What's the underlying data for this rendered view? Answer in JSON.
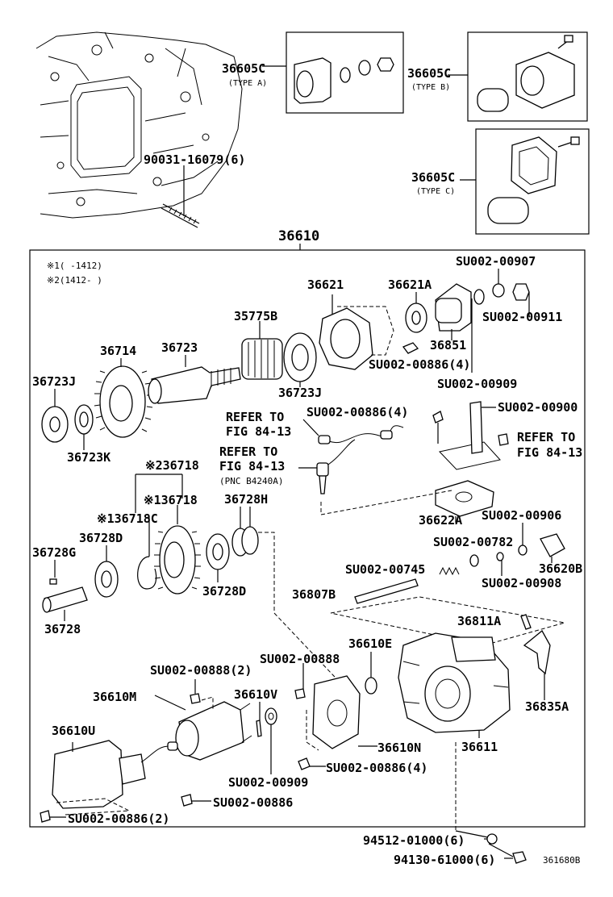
{
  "labels": {
    "p90031": "90031-16079(6)",
    "p36605c_a": "36605C",
    "type_a": "(TYPE A)",
    "p36605c_b": "36605C",
    "type_b": "(TYPE B)",
    "p36605c_c": "36605C",
    "type_c": "(TYPE C)",
    "p36610": "36610",
    "note1": "※1(   -1412)",
    "note2": "※2(1412-   )",
    "p36621": "36621",
    "p36621a": "36621A",
    "su00907": "SU002-00907",
    "su00911": "SU002-00911",
    "p35775b": "35775B",
    "p36851": "36851",
    "p36714": "36714",
    "p36723": "36723",
    "su00886_4a": "SU002-00886(4)",
    "su00909a": "SU002-00909",
    "p36723j_a": "36723J",
    "p36723j_b": "36723J",
    "su00886_4b": "SU002-00886(4)",
    "su00900": "SU002-00900",
    "refer1a": "REFER TO",
    "refer1b": "FIG 84-13",
    "refer2a": "REFER TO",
    "refer2b": "FIG 84-13",
    "pnc": "(PNC B4240A)",
    "refer3a": "REFER TO",
    "refer3b": "FIG 84-13",
    "p36723k": "36723K",
    "p36718_2": "※236718",
    "p36718_1": "※136718",
    "p36728h": "36728H",
    "p36718c": "※136718C",
    "p36622a": "36622A",
    "su00906": "SU002-00906",
    "p36728d_a": "36728D",
    "p36728g": "36728G",
    "su00782": "SU002-00782",
    "p36620b": "36620B",
    "su00745": "SU002-00745",
    "su00908": "SU002-00908",
    "p36728d_b": "36728D",
    "p36807b": "36807B",
    "p36728": "36728",
    "p36811a": "36811A",
    "p36610e": "36610E",
    "su00888": "SU002-00888",
    "su00888_2": "SU002-00888(2)",
    "p36610m": "36610M",
    "p36610v": "36610V",
    "p36835a": "36835A",
    "p36610u": "36610U",
    "p36610n": "36610N",
    "p36611": "36611",
    "su00886_4c": "SU002-00886(4)",
    "su00909b": "SU002-00909",
    "su00886": "SU002-00886",
    "su00886_2": "SU002-00886(2)",
    "p94512": "94512-01000(6)",
    "p94130": "94130-61000(6)",
    "figref": "361680B"
  }
}
